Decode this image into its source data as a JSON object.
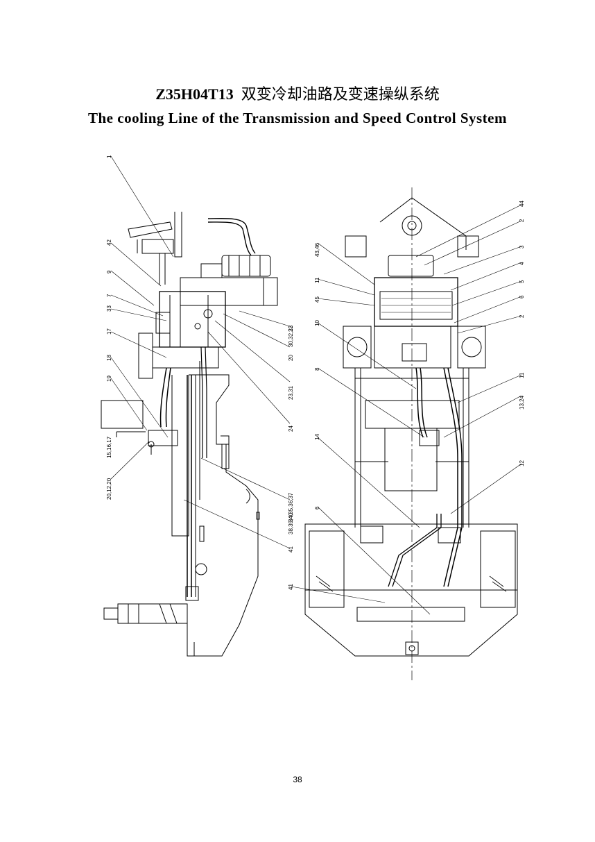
{
  "title": {
    "code": "Z35H04T13",
    "chinese": "双变冷却油路及变速操纵系统",
    "english": "The cooling Line of the Transmission and Speed Control System"
  },
  "page_number": "38",
  "left_view_callouts": [
    "1",
    "42",
    "9",
    "7",
    "33",
    "17",
    "18",
    "19",
    "15,16,17",
    "20,12,20",
    "22",
    "30,32,33",
    "20",
    "23,31",
    "24",
    "34,35,36,37",
    "38,39,40",
    "41"
  ],
  "right_view_callouts": [
    "44",
    "2",
    "3",
    "4",
    "5",
    "6",
    "2",
    "11",
    "13,24",
    "12",
    "43,46",
    "11",
    "45",
    "10",
    "8",
    "14",
    "6",
    "41"
  ]
}
